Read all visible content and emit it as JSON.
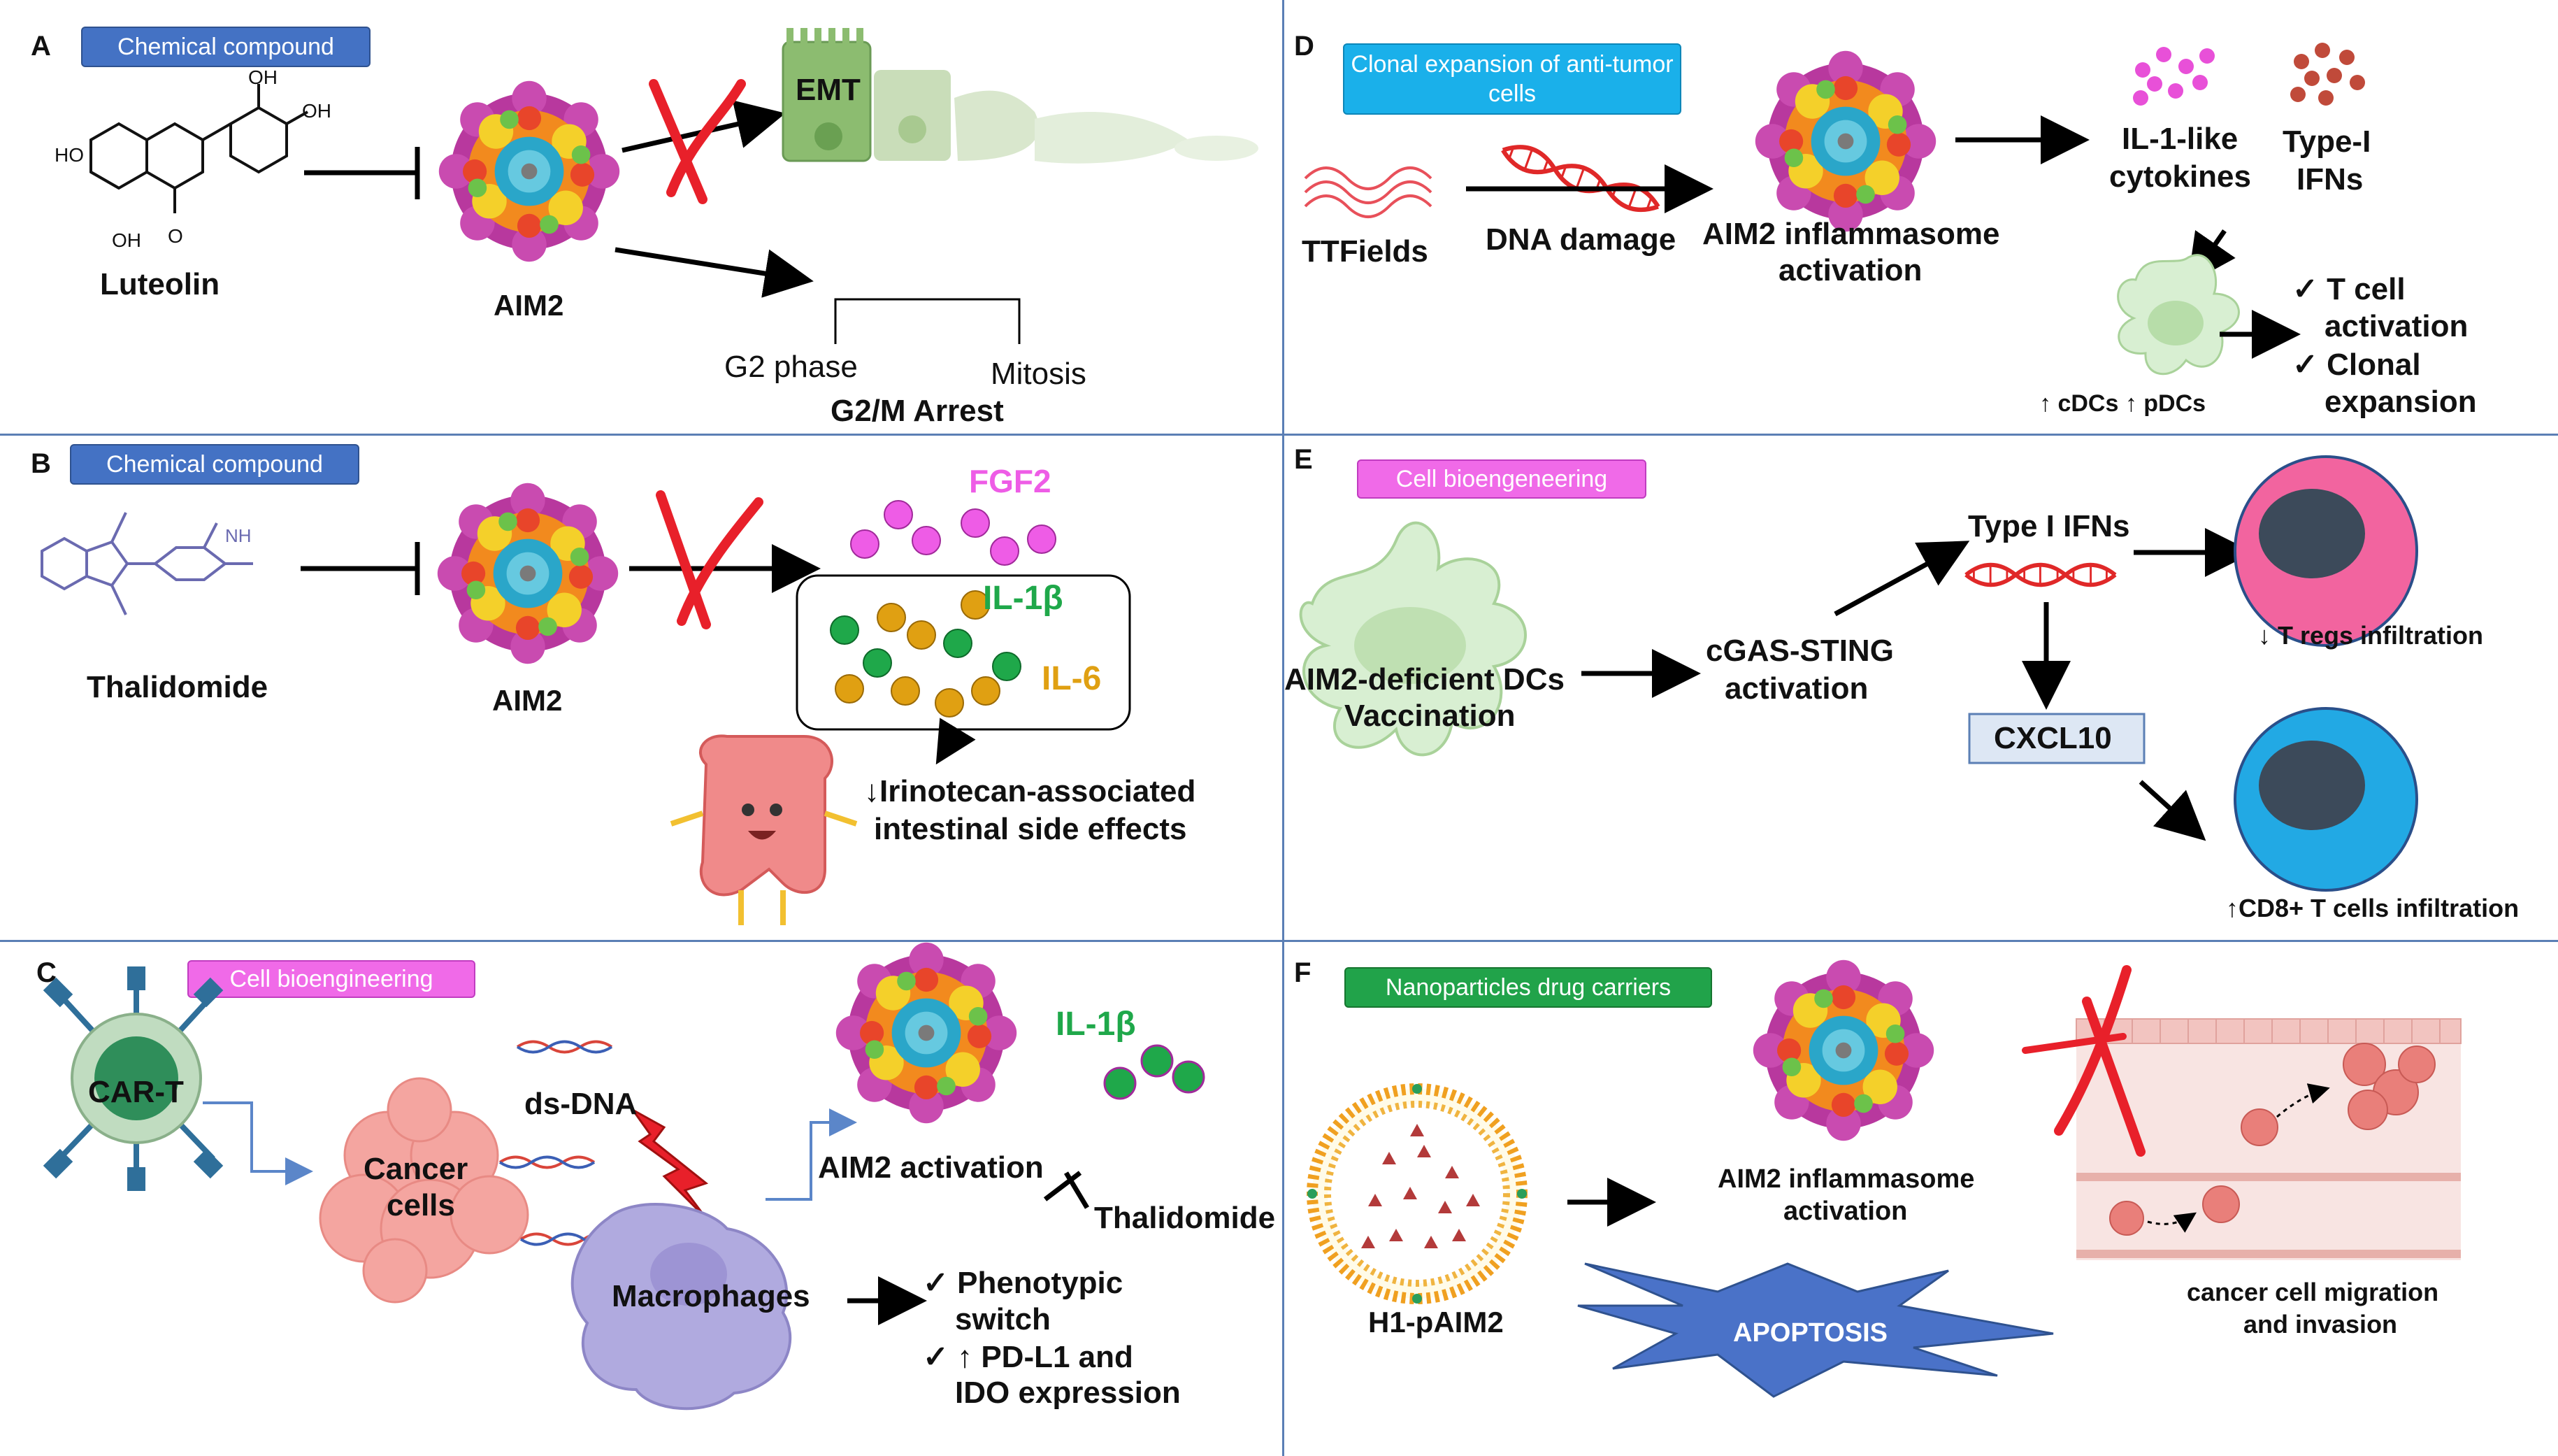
{
  "panels": {
    "A": {
      "label": "A",
      "tag": "Chemical compound",
      "molecule": "Luteolin",
      "ho1": "HO",
      "oh1": "OH",
      "oh2": "OH",
      "oh3": "OH",
      "o1": "O",
      "protein": "AIM2",
      "emt": "EMT",
      "g2": "G2 phase",
      "mitosis": "Mitosis",
      "arrest": "G2/M Arrest"
    },
    "B": {
      "label": "B",
      "tag": "Chemical compound",
      "molecule": "Thalidomide",
      "nh": "NH",
      "protein": "AIM2",
      "fgf2": "FGF2",
      "il1b": "IL-1β",
      "il6": "IL-6",
      "effect_line1": "↓Irinotecan-associated",
      "effect_line2": "intestinal  side effects"
    },
    "C": {
      "label": "C",
      "tag": "Cell bioengineering",
      "cart": "CAR-T",
      "cancer_line1": "Cancer",
      "cancer_line2": "cells",
      "dsdna": "ds-DNA",
      "activation": "AIM2 activation",
      "il1b": "IL-1β",
      "inhibitor": "Thalidomide",
      "macrophages": "Macrophages",
      "out1_line1": "✓ Phenotypic",
      "out1_line2": "switch",
      "out2_line1": "✓ ↑ PD-L1 and",
      "out2_line2": "IDO expression"
    },
    "D": {
      "label": "D",
      "tag": "Clonal expansion of anti-tumor cells",
      "ttfields": "TTFields",
      "dna_damage": "DNA damage",
      "activation_line1": "AIM2  inflammasome",
      "activation_line2": "activation",
      "il1_line1": "IL-1-like",
      "il1_line2": "cytokines",
      "ifn_line1": "Type-I",
      "ifn_line2": "IFNs",
      "dcs": "↑ cDCs  ↑ pDCs",
      "out1_line1": "✓ T cell",
      "out1_line2": "activation",
      "out2_line1": "✓ Clonal",
      "out2_line2": "expansion"
    },
    "E": {
      "label": "E",
      "tag": "Cell bioengeneering",
      "dc_line1": "AIM2-deficient  DCs",
      "dc_line2": "Vaccination",
      "cgas_line1": "cGAS-STING",
      "cgas_line2": "activation",
      "ifn": "Type I IFNs",
      "cxcl10": "CXCL10",
      "tregs": "↓  T regs infiltration",
      "cd8": "↑CD8+ T cells infiltration"
    },
    "F": {
      "label": "F",
      "tag": "Nanoparticles drug carriers",
      "carrier": "H1-pAIM2",
      "activation_line1": "AIM2 inflammasome",
      "activation_line2": "activation",
      "apoptosis": "APOPTOSIS",
      "migration_line1": "cancer cell migration",
      "migration_line2": "and invasion"
    }
  },
  "colors": {
    "divider": "#5b7fb5",
    "inhibit_cross": "#e8202a",
    "fgf2": "#ee5ce6",
    "il1b": "#1fa84a",
    "il6": "#e0a012",
    "dc_fill": "#d8efd2",
    "treg": "#f2649f",
    "cd8": "#22a9e4",
    "apoptosis": "#4a72c8"
  },
  "icons": [
    "aim2-inflammasome-icon",
    "dna-helix-icon",
    "dendritic-cell-icon",
    "intestine-icon",
    "lightning-icon",
    "macrophage-icon",
    "liposome-icon",
    "tissue-icon",
    "inhibition-cross-icon"
  ]
}
